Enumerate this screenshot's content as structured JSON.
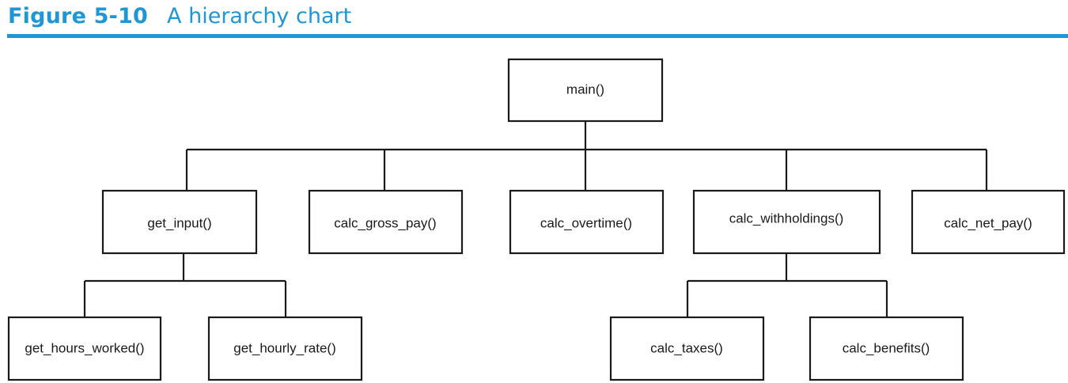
{
  "figure": {
    "label": "Figure 5-10",
    "caption": "A hierarchy chart"
  },
  "colors": {
    "accent": "#1f96d6",
    "line": "#1a1a1a"
  },
  "nodes": {
    "main": "main()",
    "get_input": "get_input()",
    "calc_gross_pay": "calc_gross_pay()",
    "calc_overtime": "calc_overtime()",
    "calc_withholdings": "calc_withholdings()",
    "calc_net_pay": "calc_net_pay()",
    "get_hours_worked": "get_hours_worked()",
    "get_hourly_rate": "get_hourly_rate()",
    "calc_taxes": "calc_taxes()",
    "calc_benefits": "calc_benefits()"
  },
  "edges": [
    [
      "main",
      "get_input"
    ],
    [
      "main",
      "calc_gross_pay"
    ],
    [
      "main",
      "calc_overtime"
    ],
    [
      "main",
      "calc_withholdings"
    ],
    [
      "main",
      "calc_net_pay"
    ],
    [
      "get_input",
      "get_hours_worked"
    ],
    [
      "get_input",
      "get_hourly_rate"
    ],
    [
      "calc_withholdings",
      "calc_taxes"
    ],
    [
      "calc_withholdings",
      "calc_benefits"
    ]
  ]
}
